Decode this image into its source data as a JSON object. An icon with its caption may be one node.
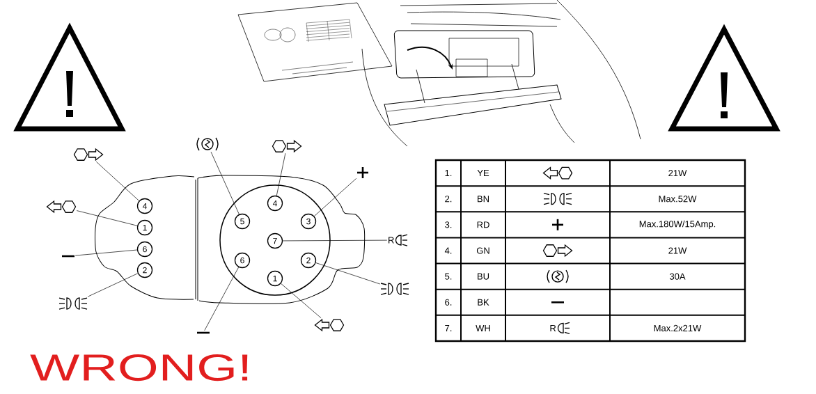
{
  "diagram": {
    "nodes": [
      {
        "text": [],
        "shape": "picture"
      },
      {
        "text": [],
        "shape": "picture"
      },
      {
        "text": [],
        "shape": "picture"
      },
      {
        "text": [],
        "shape": "picture"
      },
      {
        "text": [],
        "shape": "picture"
      },
      {
        "text": [
          "4"
        ]
      },
      {
        "text": [
          "1"
        ]
      },
      {
        "text": [
          "6"
        ]
      },
      {
        "text": [
          "2"
        ]
      },
      {
        "text": [
          "4"
        ]
      },
      {
        "text": [
          "5"
        ]
      },
      {
        "text": [
          "3"
        ]
      },
      {
        "text": [
          "7"
        ]
      },
      {
        "text": [
          "R"
        ]
      },
      {
        "text": [
          "6"
        ]
      },
      {
        "text": [
          "2"
        ]
      },
      {
        "text": [
          "1"
        ]
      },
      {
        "text": [],
        "shape": "picture"
      },
      {
        "text": [],
        "shape": "picture"
      },
      {
        "text": [],
        "shape": "picture"
      },
      {
        "text": [],
        "shape": "picture"
      },
      {
        "text": [],
        "shape": "picture"
      }
    ],
    "edges": [
      {
        "from": 2,
        "to": 5,
        "arrow": "none"
      },
      {
        "from": 4,
        "to": 6,
        "arrow": "none"
      },
      {
        "from": 17,
        "to": 7,
        "arrow": "none"
      },
      {
        "from": 18,
        "to": 8,
        "arrow": "none"
      },
      {
        "from": 0,
        "to": 10,
        "arrow": "none"
      },
      {
        "from": 1,
        "to": 9,
        "arrow": "none"
      },
      {
        "from": 3,
        "to": 11,
        "arrow": "none"
      },
      {
        "from": 13,
        "to": 12,
        "arrow": "none"
      },
      {
        "from": 19,
        "to": 15,
        "arrow": "none"
      },
      {
        "from": 20,
        "to": 16,
        "arrow": "none"
      },
      {
        "from": 21,
        "to": 14,
        "arrow": "none"
      }
    ],
    "labels": [
      "1.",
      "YE",
      "21W",
      "2.",
      "BN",
      "Max.52W",
      "3.",
      "RD",
      "Max.180W/15Amp.",
      "4.",
      "GN",
      "21W",
      "5.",
      "BU",
      "30A",
      "6.",
      "BK",
      "7.",
      "WH",
      "R",
      "Max.2x21W",
      "WRONG!"
    ]
  }
}
